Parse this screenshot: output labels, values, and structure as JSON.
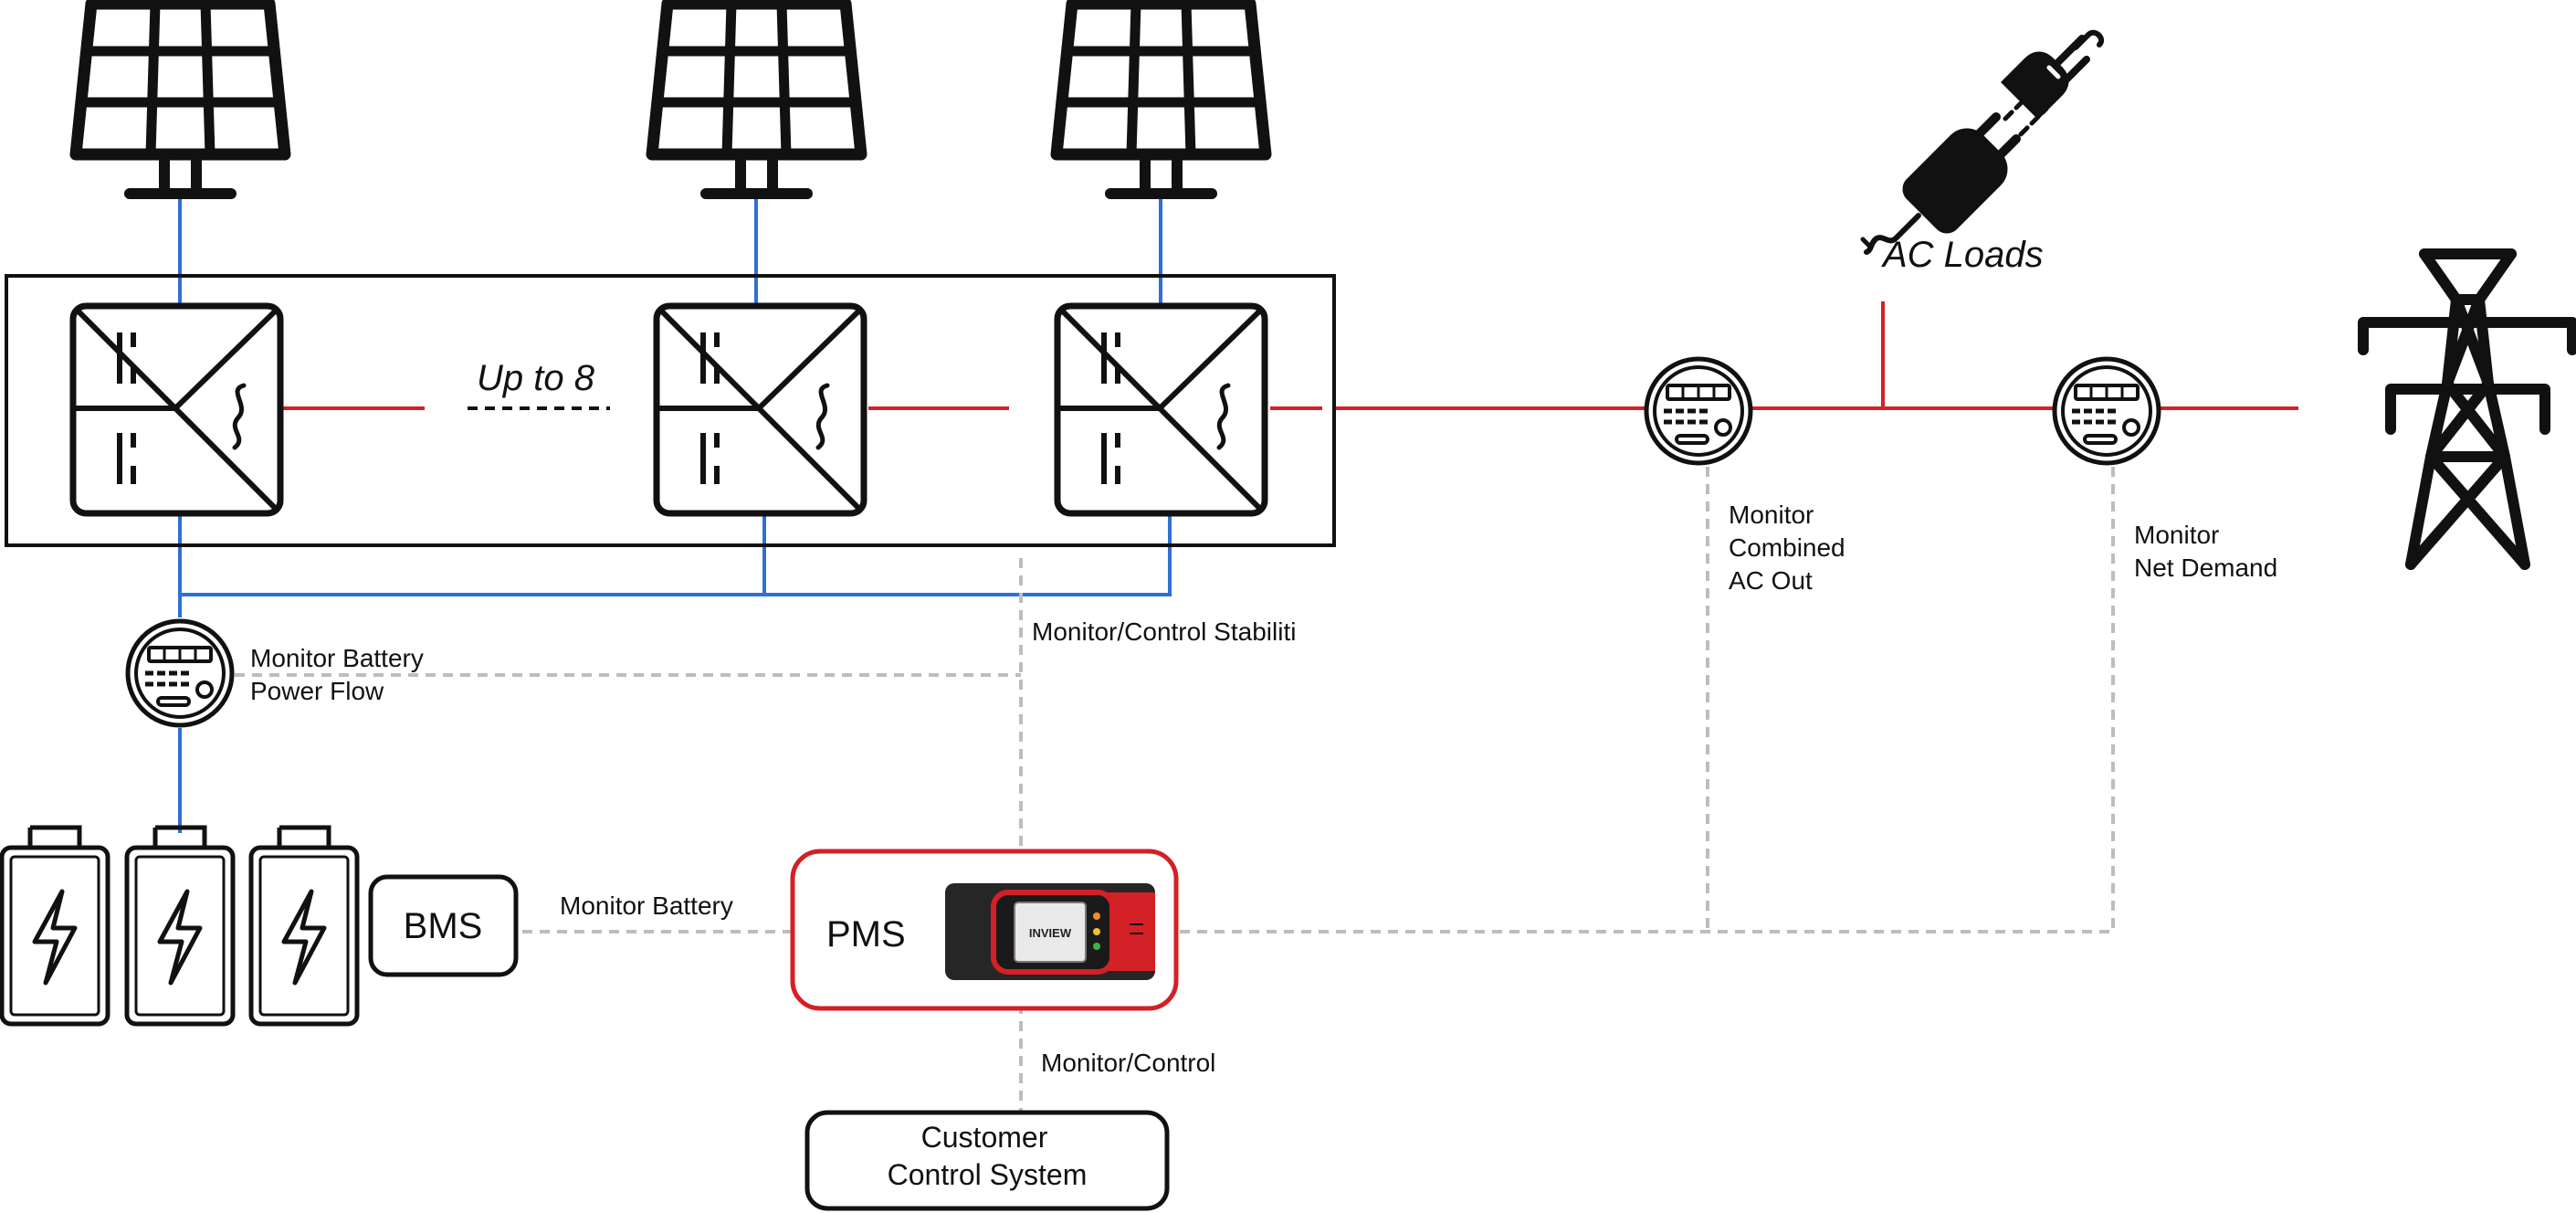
{
  "labels": {
    "up_to": "Up to 8",
    "ac_loads": "AC Loads",
    "monitor_combined": [
      "Monitor",
      "Combined",
      "AC Out"
    ],
    "monitor_net": [
      "Monitor",
      "Net Demand"
    ],
    "monitor_stability": "Monitor/Control Stabiliti",
    "monitor_battery_power": [
      "Monitor Battery",
      "Power Flow"
    ],
    "bms": "BMS",
    "monitor_battery": "Monitor Battery",
    "pms": "PMS",
    "pms_device_brand": "INVIEW",
    "monitor_control": "Monitor/Control",
    "customer_system": [
      "Customer",
      "Control System"
    ]
  },
  "colors": {
    "dc_line": "#2f6fd6",
    "ac_line": "#d42027",
    "comm_line": "#bdbdbd",
    "outline": "#111111",
    "pms_border": "#d42027"
  },
  "icons": {
    "solar": "solar-panel-icon",
    "inverter": "inverter-icon",
    "meter": "energy-meter-icon",
    "battery": "battery-icon",
    "plug": "plug-icon",
    "tower": "transmission-tower-icon"
  }
}
